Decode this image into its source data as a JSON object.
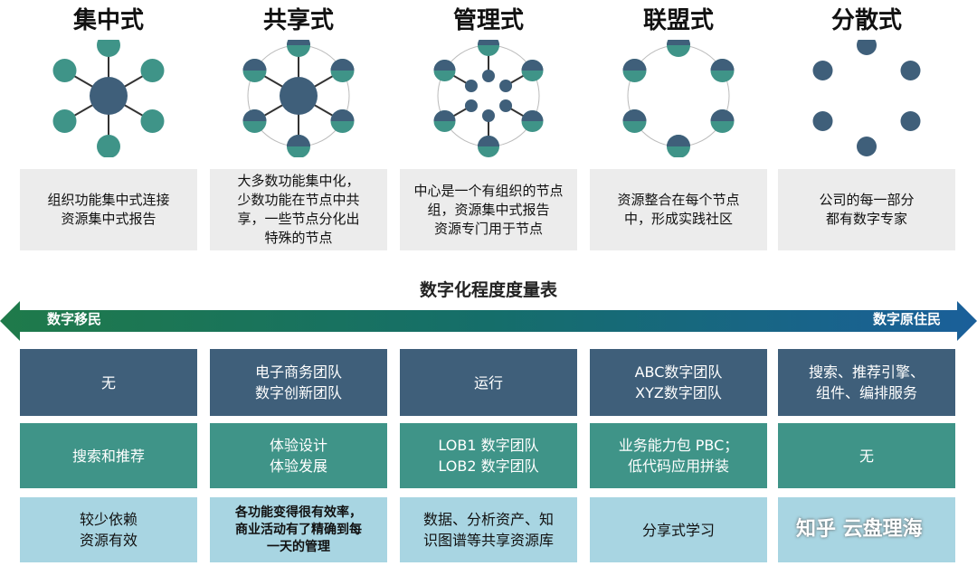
{
  "models": [
    {
      "title": "集中式",
      "desc": "组织功能集中式连接\n资源集中式报告",
      "type": "centralized"
    },
    {
      "title": "共享式",
      "desc": "大多数功能集中化，\n少数功能在节点中共\n享，一些节点分化出\n特殊的节点",
      "type": "shared"
    },
    {
      "title": "管理式",
      "desc": "中心是一个有组织的节点\n组，资源集中式报告\n资源专门用于节点",
      "type": "managed"
    },
    {
      "title": "联盟式",
      "desc": "资源整合在每个节点\n中，形成实践社区",
      "type": "federated"
    },
    {
      "title": "分散式",
      "desc": "公司的每一部分\n都有数字专家",
      "type": "decentralized"
    }
  ],
  "scale": {
    "title": "数字化程度度量表",
    "left_label": "数字移民",
    "right_label": "数字原住民"
  },
  "rows": [
    [
      "无",
      "电子商务团队\n数字创新团队",
      "运行",
      "ABC数字团队\nXYZ数字团队",
      "搜索、推荐引擎、\n组件、编排服务"
    ],
    [
      "搜索和推荐",
      "体验设计\n体验发展",
      "LOB1 数字团队\nLOB2 数字团队",
      "业务能力包 PBC；\n低代码应用拼装",
      "无"
    ],
    [
      "较少依赖\n资源有效",
      "各功能变得很有效率，\n商业活动有了精确到每\n一天的管理",
      "数据、分析资产、知\n识图谱等共享资源库",
      "分享式学习",
      ""
    ]
  ],
  "watermark": "知乎 云盘理海",
  "colors": {
    "dark": "#3f5f7a",
    "teal": "#3f9488",
    "light": "#a8d5e2"
  }
}
